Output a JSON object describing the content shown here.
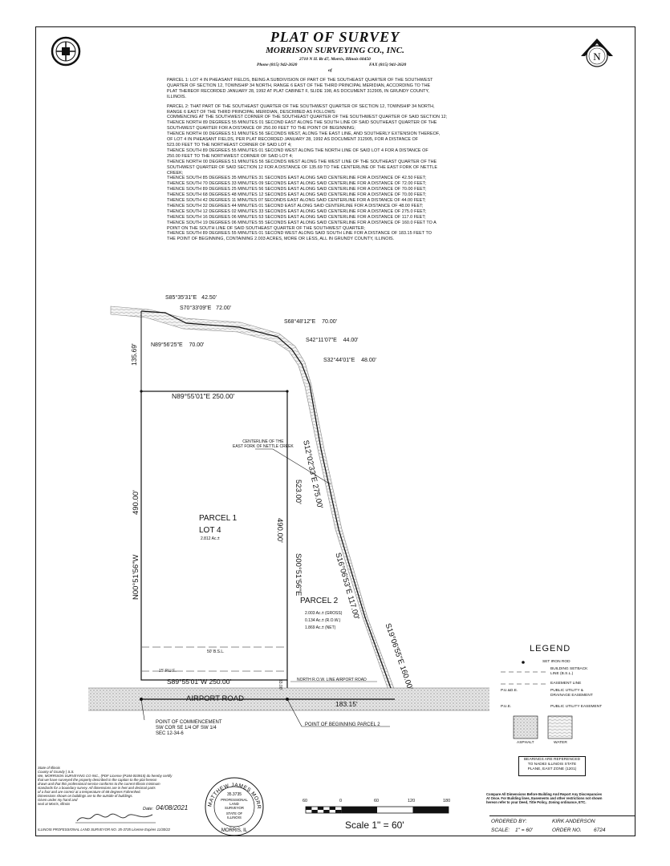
{
  "header": {
    "title": "PLAT OF SURVEY",
    "company": "MORRISON SURVEYING CO., INC.",
    "address": "2710 N IL Rt 47, Morris, Illinois 60450",
    "phone": "Phone (815) 942-2620",
    "fax": "FAX (815) 941-2620",
    "of": "of"
  },
  "north_label": "N",
  "description": {
    "parcel1": [
      "PARCEL 1:  LOT 4 IN PHEASANT FIELDS, BEING A SUBDIVISION OF PART OF THE SOUTHEAST QUARTER OF THE SOUTHWEST",
      "QUARTER OF SECTION 12, TOWNSHIP 34 NORTH, RANGE 6 EAST OF THE THIRD PRINCIPAL MERIDIAN, ACCORDING TO THE",
      "PLAT THEREOF RECORDED JANUARY 28, 1992 AT PLAT CABINET F, SLIDE 198, AS DOCUMENT 312905, IN GRUNDY COUNTY,",
      "ILLINOIS."
    ],
    "parcel2": [
      "PARCEL 2:  THAT PART OF THE SOUTHEAST QUARTER OF THE SOUTHWEST QUARTER OF SECTION 12, TOWNSHIP 34 NORTH,",
      "RANGE 6 EAST OF THE THIRD PRINCIPAL MERIDIAN, DESCRIBED AS FOLLOWS:",
      "COMMENCING AT THE SOUTHWEST CORNER OF THE SOUTHEAST QUARTER OF THE SOUTHWEST QUARTER OF SAID SECTION 12;",
      "THENCE NORTH 89 DEGREES 55 MINUTES 01 SECOND EAST ALONG THE SOUTH LINE OF SAID SOUTHEAST QUARTER OF THE",
      "SOUTHWEST QUARTER FOR A DISTANCE OF 250.00 FEET TO THE POINT OF BEGINNING;",
      "THENCE NORTH 00 DEGREES 51 MINUTES 56 SECONDS WEST, ALONG THE EAST LINE, AND SOUTHERLY EXTENSION THEREOF,",
      "OF LOT 4 IN PHEASANT FIELDS, PER PLAT RECORDED JANUARY 28, 1992 AS DOCUMENT 312905, FOR A DISTANCE OF",
      "523.00 FEET TO THE NORTHEAST CORNER OF SAID LOT 4;",
      "THENCE SOUTH 89 DEGREES 55 MINUTES 01 SECOND WEST ALONG THE NORTH LINE OF SAID LOT 4 FOR A DISTANCE OF",
      "250.00 FEET TO THE NORTHWEST CORNER OF SAID LOT 4;",
      "THENCE NORTH 00 DEGREES 51 MINUTES 56 SECONDS WEST ALONG THE WEST LINE OF THE SOUTHEAST QUARTER OF THE",
      "SOUTHWEST QUARTER OF SAID SECTION 12 FOR A DISTANCE OF 135.69 TO THE CENTERLINE OF THE EAST FORK OF NETTLE",
      "CREEK;",
      "THENCE SOUTH 85 DEGREES 35 MINUTES 31 SECONDS EAST ALONG SAID CENTERLINE FOR A DISTANCE OF 42.50 FEET;",
      "THENCE SOUTH 70 DEGREES 33 MINUTES 09 SECONDS EAST ALONG SAID CENTERLINE FOR A DISTANCE OF 72.00 FEET;",
      "THENCE SOUTH 89 DEGREES 25 MINUTES 56 SECONDS EAST ALONG SAID CENTERLINE FOR A DISTANCE OF 70.00 FEET;",
      "THENCE SOUTH 68 DEGREES 48 MINUTES 12 SECONDS EAST ALONG SAID CENTERLINE FOR A DISTANCE OF 70.00 FEET;",
      "THENCE SOUTH 42 DEGREES 11 MINUTES 07 SECONDS EAST ALONG SAID CENTERLINE FOR A DISTANCE OF 44.00 FEET;",
      "THENCE SOUTH 32 DEGREES 44 MINUTES 01 SECOND EAST ALONG SAID CENTERLINE FOR A DISTANCE OF 48.00 FEET;",
      "THENCE SOUTH 12 DEGREES 02 MINUTES 33 SECONDS EAST ALONG SAID CENTERLINE FOR A DISTANCE OF 275.0 FEET;",
      "THENCE SOUTH 16 DEGREES 06 MINUTES 53 SECONDS EAST ALONG SAID CENTERLINE FOR A DISTANCE OF 117.0 FEET;",
      "THENCE SOUTH 19 DEGREES 06 MINUTES 55 SECONDS EAST ALONG SAID CENTERLINE FOR A DISTANCE OF 160.0 FEET TO A",
      "POINT ON THE SOUTH LINE OF SAID SOUTHEAST QUARTER OF THE SOUTHWEST QUARTER;",
      "THENCE SOUTH 89 DEGREES 55 MINUTES 01 SECOND WEST ALONG SAID SOUTH LINE FOR A DISTANCE OF 183.15 FEET TO",
      "THE POINT OF BEGINNING, CONTAINING 2.003 ACRES, MORE OR LESS, ALL IN GRUNDY COUNTY, ILLINOIS."
    ]
  },
  "plat": {
    "creek_segments": [
      {
        "bearing": "S85°35'31\"E",
        "dist": "42.50'"
      },
      {
        "bearing": "S70°33'09\"E",
        "dist": "72.00'"
      },
      {
        "bearing": "N89°56'25\"E",
        "dist": "70.00'"
      },
      {
        "bearing": "S68°48'12\"E",
        "dist": "70.00'"
      },
      {
        "bearing": "S42°11'07\"E",
        "dist": "44.00'"
      },
      {
        "bearing": "S32°44'01\"E",
        "dist": "48.00'"
      }
    ],
    "west_extension": "135.69'",
    "lot_north": "N89°55'01\"E    250.00'",
    "west_line_bearing": "N00°51'56\"W",
    "west_line_dist": "490.00'",
    "east_line_bearing": "S00°51'56\"E",
    "east_line_dist": "490.00'",
    "east_line_total": "523.00'",
    "creek_long1": "S12°02'33\"E  275.00'",
    "creek_long2": "S16°06'53\"E  117.00'",
    "creek_long3": "S19°06'55\"E  160.00'",
    "centerline_label_1": "CENTERLINE OF THE",
    "centerline_label_2": "EAST FORK OF NETTLE CREEK",
    "parcel1_name": "PARCEL 1",
    "parcel1_lot": "LOT 4",
    "parcel1_area": "2.812 Ac.±",
    "parcel2_name": "PARCEL 2",
    "parcel2_gross": "2.003 Ac.± (GROSS)",
    "parcel2_row": "0.134 Ac.± (R.O.W.)",
    "parcel2_net": "1.869 Ac.± (NET)",
    "bsl": "50' B.S.L.",
    "pue": "15' P.U.E.",
    "south_line": "S89°55'01\"W    250.00'",
    "south_33": "33.00'",
    "row_label": "NORTH R.O.W. LINE AIRPORT ROAD",
    "road_name": "AIRPORT ROAD",
    "road_dist": "183.15'",
    "commencement": [
      "POINT OF COMMENCEMENT",
      "SW COR SE 1/4 OF SW 1/4",
      "SEC 12-34-6"
    ],
    "pob": "POINT OF BEGINNING PARCEL 2"
  },
  "legend": {
    "title": "LEGEND",
    "items": [
      "SET IRON ROD",
      "BUILDING SETBACK",
      "LINE (B.S.L.)",
      "EASEMENT LINE",
      "P.U.&D.E.",
      "PUBLIC UTILITY &",
      "DRAINAGE EASEMENT",
      "P.U.E.",
      "PUBLIC UTILITY EASEMENT",
      "ASPHALT",
      "WATER"
    ],
    "bearing_note": [
      "BEARINGS ARE REFERENCED",
      "TO NAD83 ILLINOIS STATE",
      "PLANE, EAST ZONE (1201)"
    ]
  },
  "certificate": {
    "lines": [
      "State of Illinois",
      "County of Grundy  } S.S.",
      "We, MORRISON SURVEYING CO INC., (PDF License (P184-003915) do hereby certify",
      "that we have surveyed the property described in the caption to the plat hereon",
      "drawn and that this professional service conforms to the current Illinois minimum",
      "standards for a boundary survey.  All dimensions are in feet and decimal parts",
      "of a foot and are correct at a temperature of 68 degrees Fahrenheit.",
      "Dimensions shown on buildings are to the outside of buildings.",
      "Given under my hand and",
      "seal at Morris, Illinois"
    ],
    "date_label": "Date:",
    "date": "04/08/2021",
    "license": "ILLINOIS PROFESSIONAL LAND SURVEYOR NO. 35-3735  License Expires 11/30/22"
  },
  "seal": {
    "name": "MATTHEW JAMES MORRISON",
    "number": "35.3735",
    "l1": "PROFESSIONAL",
    "l2": "LAND",
    "l3": "SURVEYOR",
    "l4": "STATE OF",
    "l5": "ILLINOIS",
    "city": "MORRIS, IL"
  },
  "scale": {
    "ticks": [
      "60",
      "0",
      "60",
      "120",
      "180"
    ],
    "label": "Scale 1\" = 60'"
  },
  "disclaimer": [
    "Compare All Dimensions Before Building And Report Any Discrepancies",
    "At Once. For Building lines, Easements and other restrictions not shown",
    "hereon refer to your Deed, Title Policy, Zoning ordinance, ETC."
  ],
  "order": {
    "ordered_label": "ORDERED BY:",
    "ordered_by": "KIRK ANDERSON",
    "scale_label": "SCALE:",
    "scale": "1\" = 60'",
    "order_label": "ORDER NO.",
    "order_no": "6724"
  }
}
